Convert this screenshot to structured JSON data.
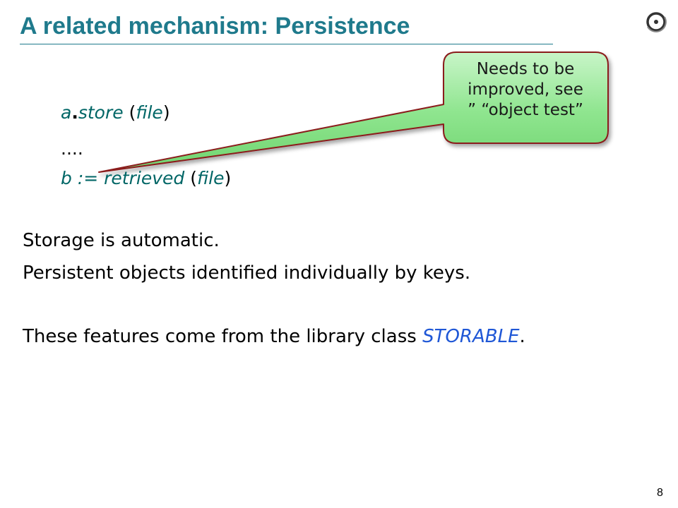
{
  "slide": {
    "title": "A related mechanism: Persistence",
    "page_number": "8"
  },
  "code": {
    "line1": {
      "obj": "a",
      "dot": ".",
      "feature": "store",
      "open": " (",
      "arg": "file",
      "close": ")"
    },
    "line2": "....",
    "line3": {
      "target": "b",
      "assign": " := ",
      "func": "retrieved",
      "open": " (",
      "arg": "file",
      "close": ")"
    }
  },
  "callout": {
    "lines": [
      "Needs to be",
      "improved, see",
      "” “object test”"
    ],
    "fill_color": "#8fe58f",
    "stroke_color": "#8b1a1a"
  },
  "body": {
    "line1": "Storage is automatic.",
    "line2": "Persistent objects identified individually by keys.",
    "line3_prefix": "These features come from the library class ",
    "line3_class": "STORABLE",
    "line3_suffix": "."
  },
  "colors": {
    "title": "#1f7a8c",
    "code": "#006666",
    "class_name": "#1f57d6"
  },
  "icons": {
    "logo": "eiffel-logo-icon"
  }
}
